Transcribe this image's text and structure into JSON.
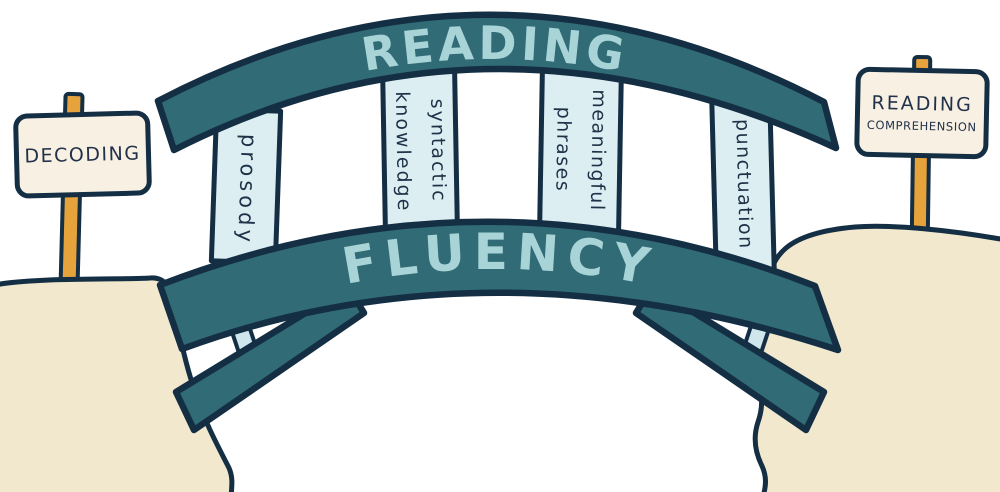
{
  "bridge": {
    "top_band_label": "READING",
    "bottom_band_label": "FLUENCY",
    "pillars": [
      {
        "label": "prosody"
      },
      {
        "label": "syntactic knowledge"
      },
      {
        "label": "meaningful phrases"
      },
      {
        "label": "punctuation"
      }
    ]
  },
  "signs": {
    "left": {
      "line1": "DECODING"
    },
    "right": {
      "line1": "READING",
      "line2": "COMPREHENSION"
    }
  },
  "colors": {
    "band_teal": "#316b76",
    "band_text_seafoam": "#a8d4d8",
    "outline_navy": "#142e44",
    "pillar_blue": "#ddeef3",
    "strut_blue": "#cfe6ed",
    "land_cream": "#f1e8ce",
    "sign_cream": "#f8f1e3",
    "post_orange": "#e6a33c",
    "text_navy": "#1e3247"
  }
}
